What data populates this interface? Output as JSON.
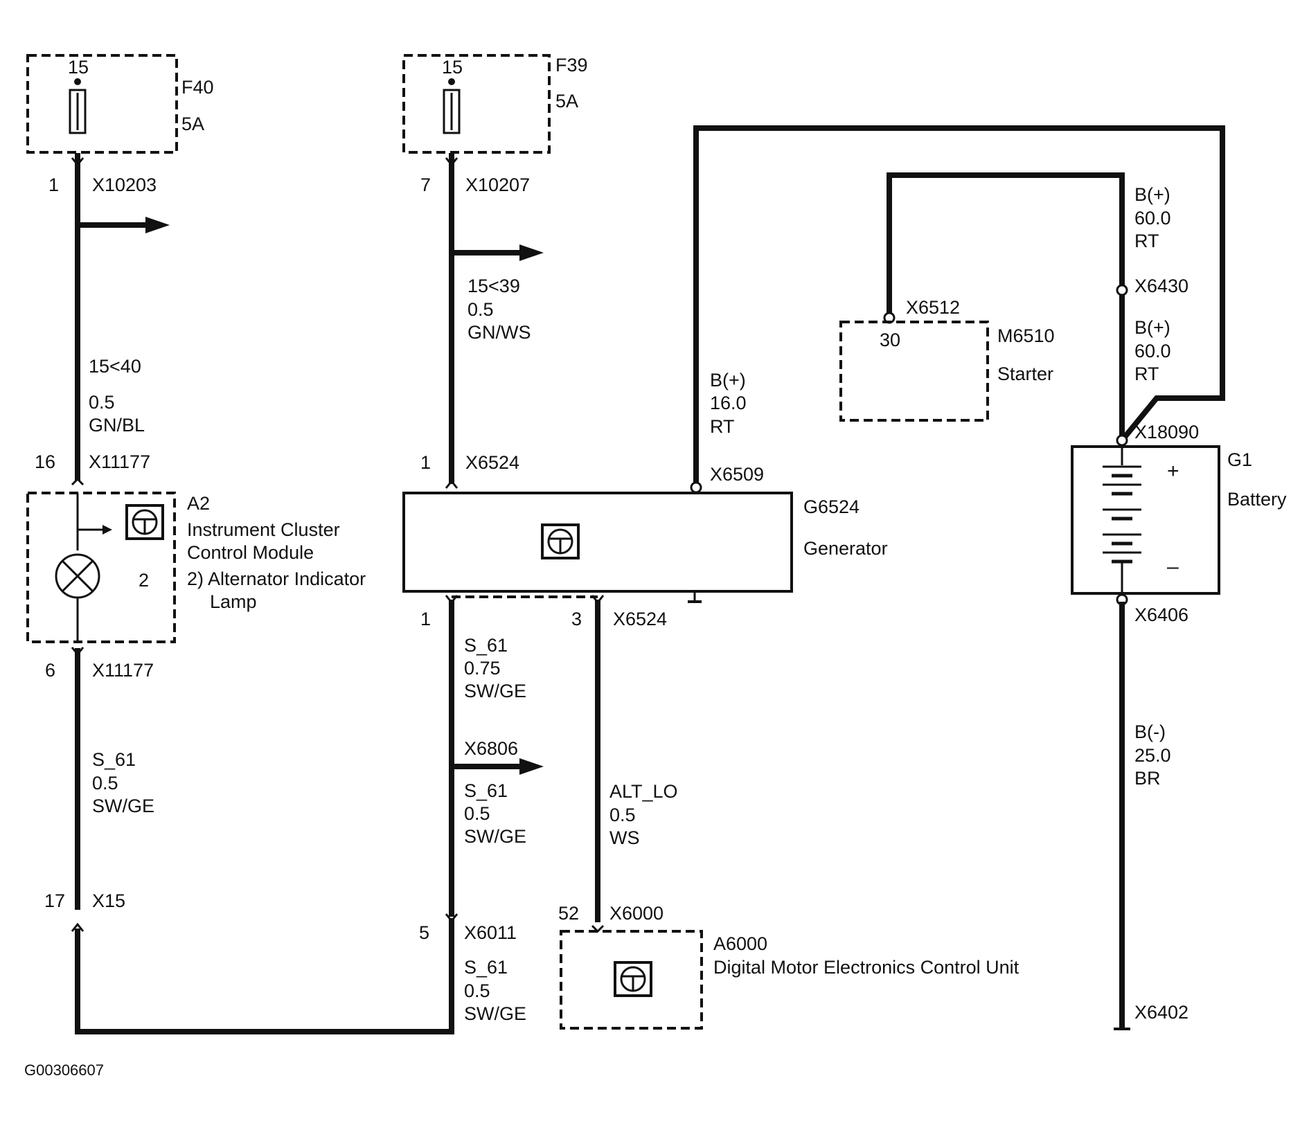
{
  "labels": {
    "f40_pin": "15",
    "f40_id": "F40",
    "f40_amp": "5A",
    "f39_pin": "15",
    "f39_id": "F39",
    "f39_amp": "5A",
    "w1_pin": "1",
    "w1_conn": "X10203",
    "w1_sig": "15<40",
    "w1_size": "0.5",
    "w1_color": "GN/BL",
    "a2_top_pin": "16",
    "a2_top_conn": "X11177",
    "a2_id": "A2",
    "a2_name1": "Instrument Cluster",
    "a2_name2": "Control Module",
    "a2_note1": "2) Alternator Indicator",
    "a2_note2": "Lamp",
    "a2_num": "2",
    "a2_bot_pin": "6",
    "a2_bot_conn": "X11177",
    "w2_sig": "S_61",
    "w2_size": "0.5",
    "w2_color": "SW/GE",
    "x15_pin": "17",
    "x15_conn": "X15",
    "w3_pin": "7",
    "w3_conn": "X10207",
    "w3_sig": "15<39",
    "w3_size": "0.5",
    "w3_color": "GN/WS",
    "g_top_pin": "1",
    "g_top_conn": "X6524",
    "g_bplus_sig": "B(+)",
    "g_bplus_size": "16.0",
    "g_bplus_color": "RT",
    "g_bplus_conn": "X6509",
    "g_id": "G6524",
    "g_name": "Generator",
    "g_bot_pin1": "1",
    "g_bot_pin3": "3",
    "g_bot_conn": "X6524",
    "w4_sig": "S_61",
    "w4_size": "0.75",
    "w4_color": "SW/GE",
    "w4_split": "X6806",
    "w5_sig": "S_61",
    "w5_size": "0.5",
    "w5_color": "SW/GE",
    "x6011_pin": "5",
    "x6011_conn": "X6011",
    "w6_sig": "S_61",
    "w6_size": "0.5",
    "w6_color": "SW/GE",
    "w7_sig": "ALT_LO",
    "w7_size": "0.5",
    "w7_color": "WS",
    "dme_pin": "52",
    "dme_conn": "X6000",
    "dme_id": "A6000",
    "dme_name": "Digital Motor Electronics Control Unit",
    "st_conn": "X6512",
    "st_pin": "30",
    "st_id": "M6510",
    "st_name": "Starter",
    "b1_sig": "B(+)",
    "b1_size": "60.0",
    "b1_color": "RT",
    "b_conn1": "X6430",
    "b2_sig": "B(+)",
    "b2_size": "60.0",
    "b2_color": "RT",
    "b_conn2": "X18090",
    "bat_id": "G1",
    "bat_name": "Battery",
    "bat_plus": "+",
    "bat_minus": "–",
    "bat_neg_conn": "X6406",
    "bneg_sig": "B(-)",
    "bneg_size": "25.0",
    "bneg_color": "BR",
    "gnd_conn": "X6402",
    "figure_id": "G00306607"
  }
}
